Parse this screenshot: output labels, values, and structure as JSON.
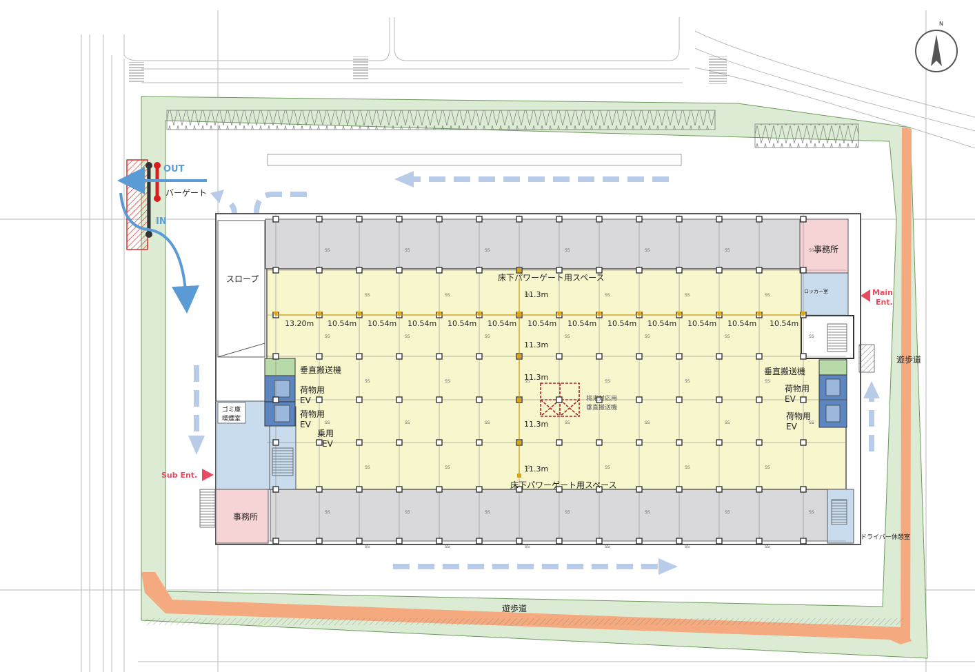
{
  "colors": {
    "sidewalk": "#f5a97f",
    "green_buffer": "#dcebd3",
    "floor": "#f7f6cc",
    "truck_berth": "#d9d8da",
    "office": "#f6d4d6",
    "core_blue": "#c9dcee",
    "ev": "#5d86c0",
    "flow_arrow": "#b8cbe9",
    "gate_red": "#d81e1e",
    "gate_blue": "#5b9bd5",
    "entrance_red": "#e84a5f",
    "column": "#333333",
    "line": "#555555"
  },
  "labels": {
    "out": "OUT",
    "in": "IN",
    "bar_gate": "バーゲート",
    "slope": "スロープ",
    "office_east": "事務所",
    "office_west": "事務所",
    "main_ent_1": "Main",
    "main_ent_2": "Ent.",
    "sub_ent": "Sub Ent.",
    "raised_floor_top": "床下パワーゲート用スペース",
    "raised_floor_bottom": "床下パワーゲート用スペース",
    "vertical_conveyor_w": "垂直搬送機",
    "vertical_conveyor_e": "垂直搬送機",
    "freight_ev_w1a": "荷物用",
    "freight_ev_w1b": "EV",
    "freight_ev_w2a": "荷物用",
    "freight_ev_w2b": "EV",
    "passenger_ev_a": "乗用",
    "passenger_ev_b": "EV",
    "freight_ev_e1a": "荷物用",
    "freight_ev_e1b": "EV",
    "freight_ev_e2a": "荷物用",
    "freight_ev_e2b": "EV",
    "future_conveyor_1": "将来対応用",
    "future_conveyor_2": "垂直搬送機",
    "garbage": "ゴミ庫",
    "smoking": "喫煙室",
    "locker": "ロッカー室",
    "driver_rest": "ドライバー休憩室",
    "walkway_east": "遊歩道",
    "walkway_south": "遊歩道",
    "north": "N",
    "ss": "SS"
  },
  "dimensions": {
    "bay_first": "13.20m",
    "bays": [
      "10.54m",
      "10.54m",
      "10.54m",
      "10.54m",
      "10.54m",
      "10.54m",
      "10.54m",
      "10.54m",
      "10.54m",
      "10.54m",
      "10.54m",
      "10.54m"
    ],
    "spans": [
      "11.3m",
      "11.3m",
      "11.3m",
      "11.3m",
      "11.3m"
    ]
  }
}
